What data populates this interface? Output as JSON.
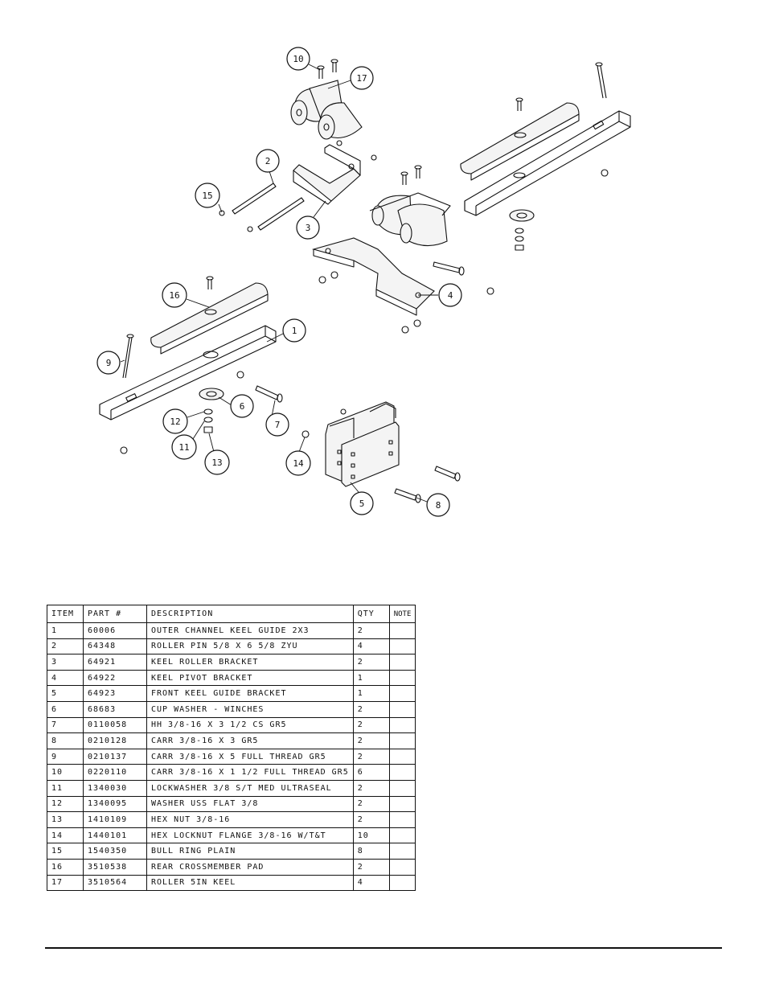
{
  "diagram": {
    "callouts": [
      "1",
      "2",
      "3",
      "4",
      "5",
      "6",
      "7",
      "8",
      "9",
      "10",
      "11",
      "12",
      "13",
      "14",
      "15",
      "16",
      "17"
    ]
  },
  "parts_table": {
    "headers": [
      "ITEM",
      "PART #",
      "DESCRIPTION",
      "QTY",
      "NOTE"
    ],
    "rows": [
      {
        "item": "1",
        "part": "60006",
        "description": "OUTER CHANNEL KEEL GUIDE 2X3",
        "qty": "2",
        "note": ""
      },
      {
        "item": "2",
        "part": "64348",
        "description": "ROLLER PIN  5/8 X 6 5/8 ZYU",
        "qty": "4",
        "note": ""
      },
      {
        "item": "3",
        "part": "64921",
        "description": "KEEL ROLLER BRACKET",
        "qty": "2",
        "note": ""
      },
      {
        "item": "4",
        "part": "64922",
        "description": "KEEL PIVOT BRACKET",
        "qty": "1",
        "note": ""
      },
      {
        "item": "5",
        "part": "64923",
        "description": "FRONT KEEL GUIDE BRACKET",
        "qty": "1",
        "note": ""
      },
      {
        "item": "6",
        "part": "68683",
        "description": "CUP WASHER - WINCHES",
        "qty": "2",
        "note": ""
      },
      {
        "item": "7",
        "part": "0110058",
        "description": "HH 3/8-16 X 3 1/2 CS GR5",
        "qty": "2",
        "note": ""
      },
      {
        "item": "8",
        "part": "0210128",
        "description": "CARR 3/8-16 X 3 GR5",
        "qty": "2",
        "note": ""
      },
      {
        "item": "9",
        "part": "0210137",
        "description": "CARR 3/8-16 X 5 FULL THREAD GR5",
        "qty": "2",
        "note": ""
      },
      {
        "item": "10",
        "part": "0220110",
        "description": "CARR 3/8-16 X 1 1/2 FULL THREAD GR5",
        "qty": "6",
        "note": ""
      },
      {
        "item": "11",
        "part": "1340030",
        "description": "LOCKWASHER 3/8 S/T MED ULTRASEAL",
        "qty": "2",
        "note": ""
      },
      {
        "item": "12",
        "part": "1340095",
        "description": "WASHER USS FLAT 3/8",
        "qty": "2",
        "note": ""
      },
      {
        "item": "13",
        "part": "1410109",
        "description": "HEX NUT 3/8-16",
        "qty": "2",
        "note": ""
      },
      {
        "item": "14",
        "part": "1440101",
        "description": "HEX LOCKNUT FLANGE 3/8-16 W/T&T",
        "qty": "10",
        "note": ""
      },
      {
        "item": "15",
        "part": "1540350",
        "description": "BULL RING PLAIN",
        "qty": "8",
        "note": ""
      },
      {
        "item": "16",
        "part": "3510538",
        "description": "REAR CROSSMEMBER PAD",
        "qty": "2",
        "note": ""
      },
      {
        "item": "17",
        "part": "3510564",
        "description": "ROLLER 5IN KEEL",
        "qty": "4",
        "note": ""
      }
    ]
  }
}
